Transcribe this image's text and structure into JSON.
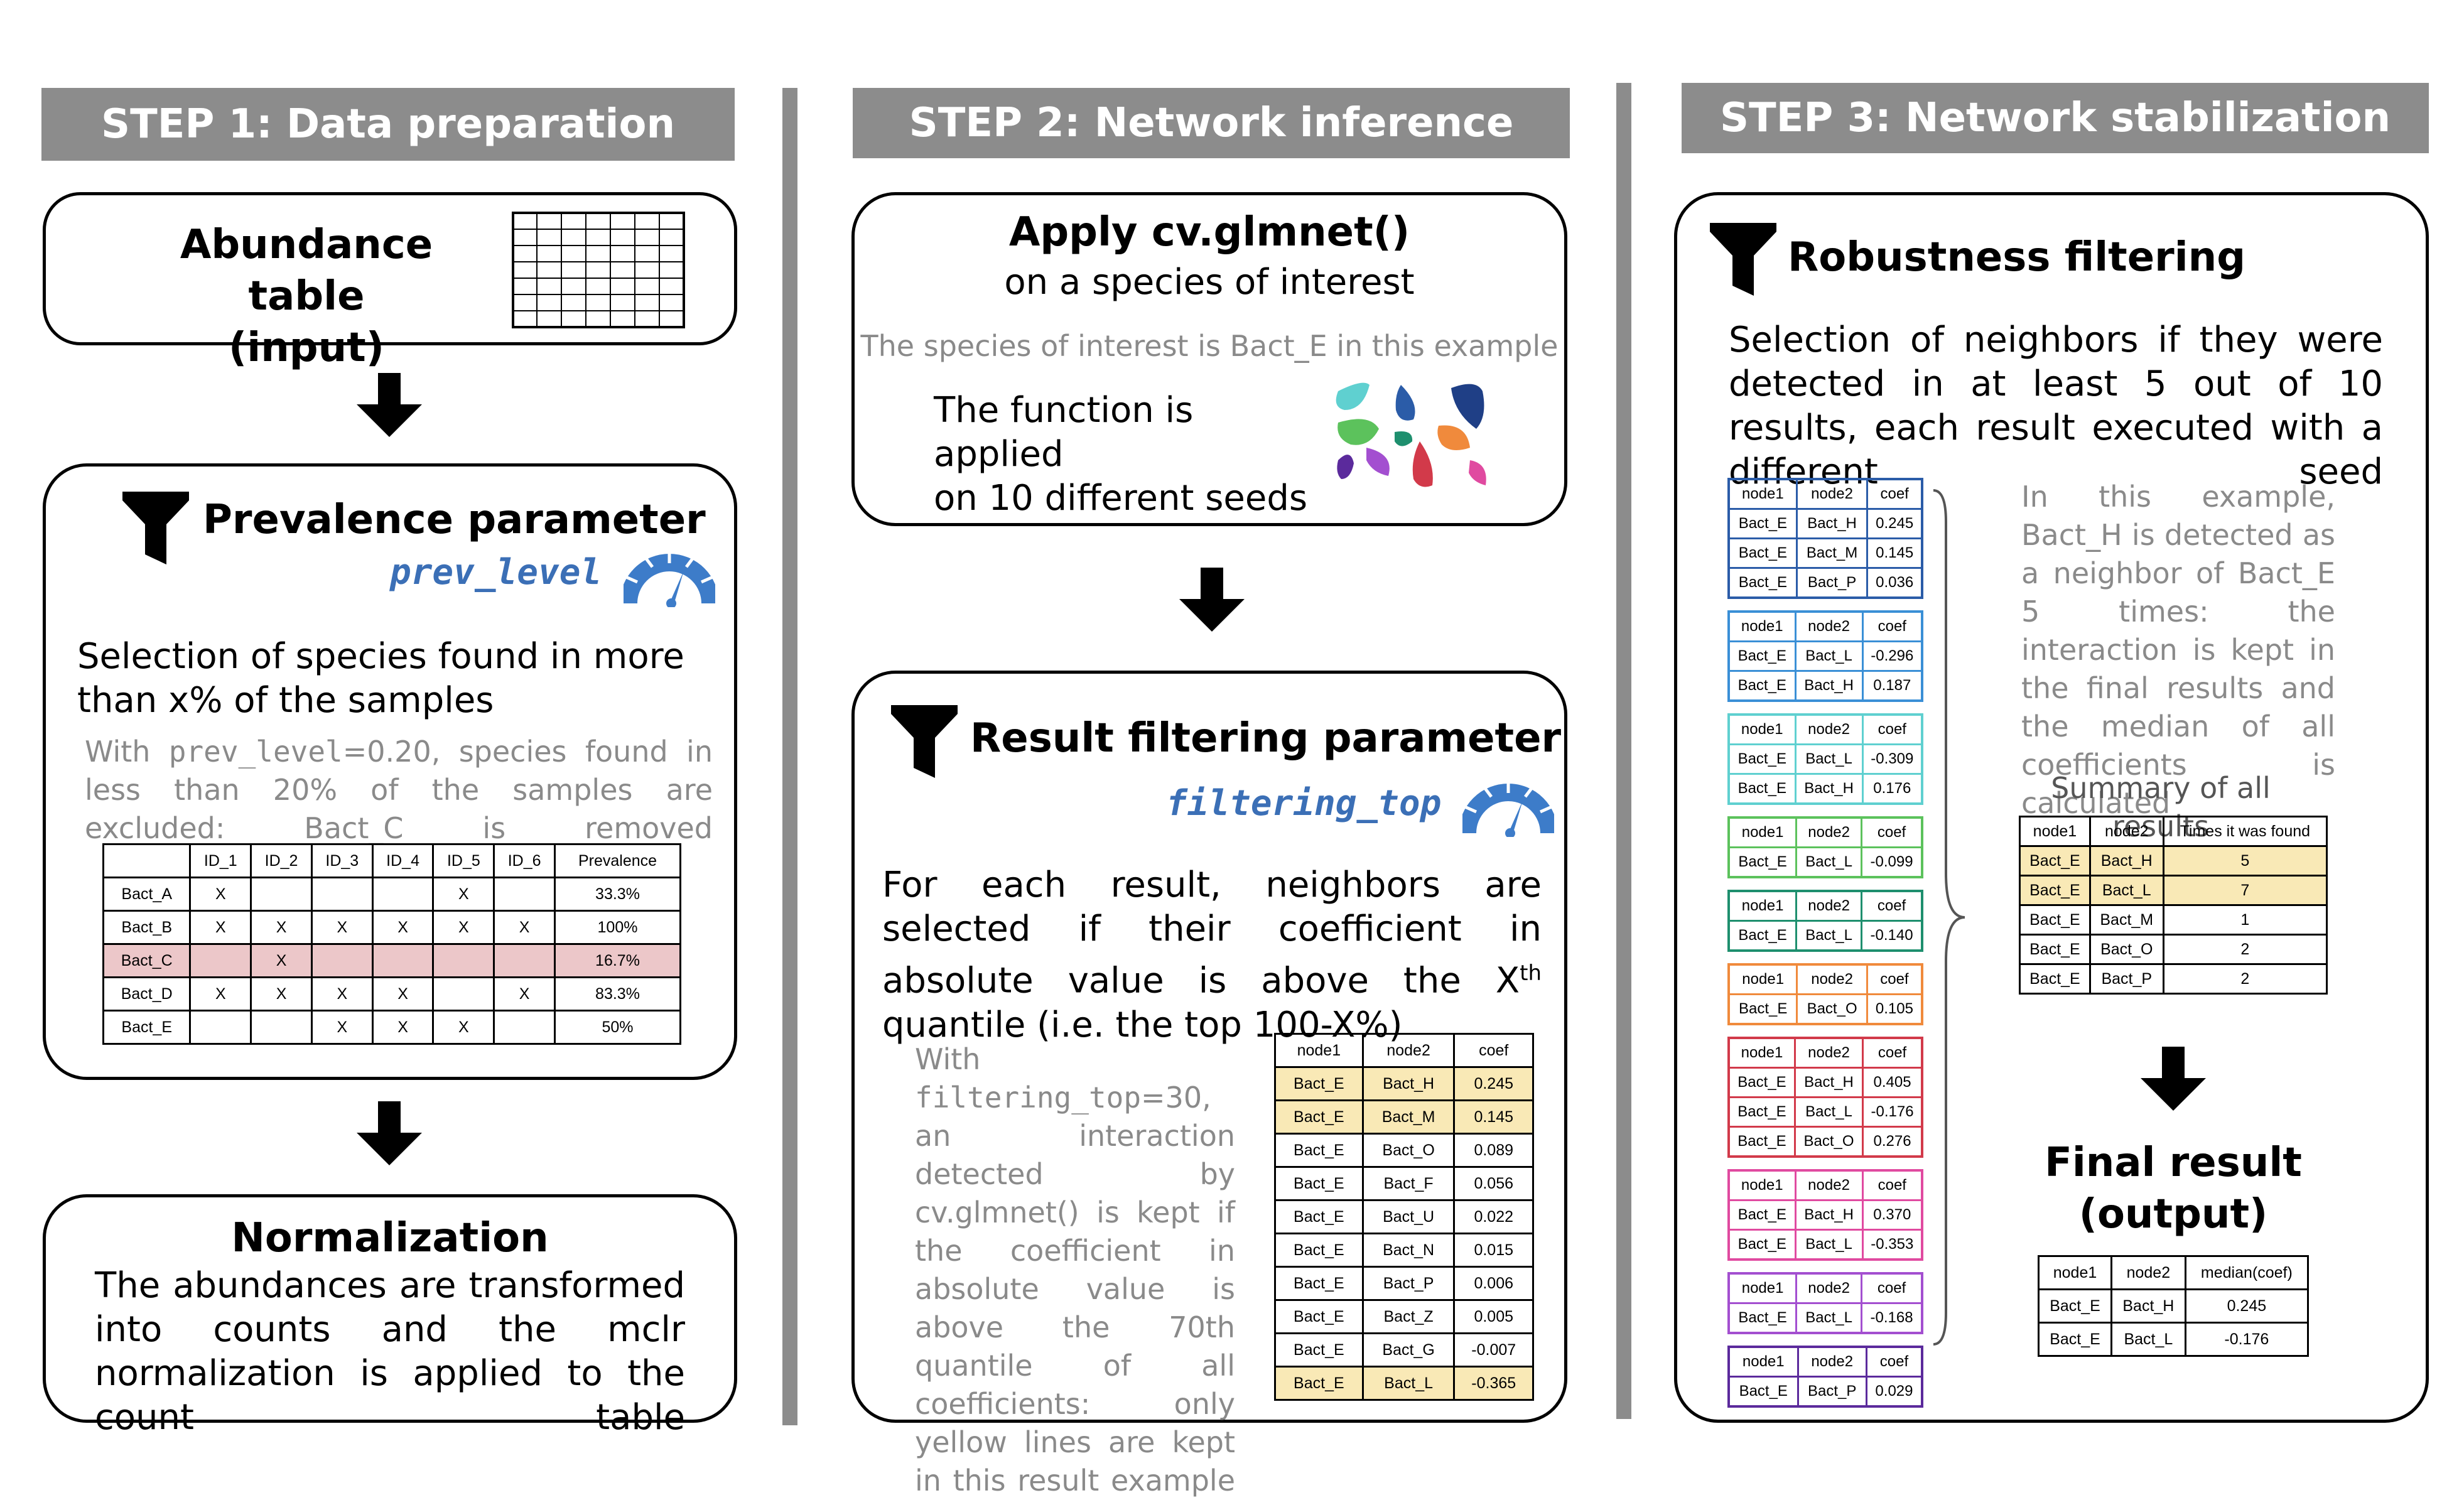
{
  "steps": [
    {
      "label": "STEP 1: Data preparation"
    },
    {
      "label": "STEP 2: Network inference"
    },
    {
      "label": "STEP 3: Network stabilization"
    }
  ],
  "step1": {
    "abundance": {
      "line1": "Abundance table",
      "line2": "(input)"
    },
    "prevalence": {
      "title": "Prevalence parameter",
      "param": "prev_level",
      "desc": "Selection of species found in more than x% of the samples",
      "note_pre": "With ",
      "note_code": "prev_level",
      "note_post": "=0.20, species found in less than 20% of the samples are excluded: Bact_C is removed",
      "table": {
        "header": [
          "",
          "ID_1",
          "ID_2",
          "ID_3",
          "ID_4",
          "ID_5",
          "ID_6",
          "Prevalence"
        ],
        "rows": [
          [
            "Bact_A",
            "X",
            "",
            "",
            "",
            "X",
            "",
            "33.3%"
          ],
          [
            "Bact_B",
            "X",
            "X",
            "X",
            "X",
            "X",
            "X",
            "100%"
          ],
          [
            "Bact_C",
            "",
            "X",
            "",
            "",
            "",
            "",
            "16.7%"
          ],
          [
            "Bact_D",
            "X",
            "X",
            "X",
            "X",
            "",
            "X",
            "83.3%"
          ],
          [
            "Bact_E",
            "",
            "",
            "X",
            "X",
            "X",
            "",
            "50%"
          ]
        ],
        "removed_row": "Bact_C",
        "removed_color": "#ecc7c9"
      }
    },
    "normalization": {
      "title": "Normalization",
      "desc": "The abundances are transformed into counts and the mclr normalization is applied to the count table"
    }
  },
  "step2": {
    "apply": {
      "title": "Apply cv.glmnet()",
      "subtitle": "on a species of interest",
      "note": "The species of interest is Bact_E in this example",
      "desc_line1": "The function is applied",
      "desc_line2": "on 10 different seeds"
    },
    "filtering": {
      "title": "Result filtering parameter",
      "param": "filtering_top",
      "desc_pre": "For each result, neighbors are selected if their coefficient in absolute value is above the X",
      "desc_sup": "th",
      "desc_post": " quantile (i.e. the top 100-X%)",
      "note_pre": "With ",
      "note_code": "filtering_top",
      "note_post": "=30, an interaction detected by cv.glmnet() is kept if the coefficient in absolute value is above the 70th quantile of all coefficients: only yellow lines are kept in this result example",
      "table": {
        "header": [
          "node1",
          "node2",
          "coef"
        ],
        "rows": [
          [
            "Bact_E",
            "Bact_H",
            "0.245"
          ],
          [
            "Bact_E",
            "Bact_M",
            "0.145"
          ],
          [
            "Bact_E",
            "Bact_O",
            "0.089"
          ],
          [
            "Bact_E",
            "Bact_F",
            "0.056"
          ],
          [
            "Bact_E",
            "Bact_U",
            "0.022"
          ],
          [
            "Bact_E",
            "Bact_N",
            "0.015"
          ],
          [
            "Bact_E",
            "Bact_P",
            "0.006"
          ],
          [
            "Bact_E",
            "Bact_Z",
            "0.005"
          ],
          [
            "Bact_E",
            "Bact_G",
            "-0.007"
          ],
          [
            "Bact_E",
            "Bact_L",
            "-0.365"
          ]
        ],
        "highlight_rows": [
          0,
          1,
          9
        ],
        "highlight_color": "#f9e9b6"
      }
    }
  },
  "step3": {
    "robustness": {
      "title": "Robustness filtering",
      "desc": "Selection of neighbors if they were detected in at least 5 out of 10 results, each result executed with a different seed",
      "note": "In this example, Bact_H is detected as a neighbor of Bact_E 5 times: the interaction is kept in the final results and the median of all coefficients is calculated",
      "summary_title": "Summary of all results",
      "summary": {
        "header": [
          "node1",
          "node2",
          "Times it was found"
        ],
        "rows": [
          [
            "Bact_E",
            "Bact_H",
            "5"
          ],
          [
            "Bact_E",
            "Bact_L",
            "7"
          ],
          [
            "Bact_E",
            "Bact_M",
            "1"
          ],
          [
            "Bact_E",
            "Bact_O",
            "2"
          ],
          [
            "Bact_E",
            "Bact_P",
            "2"
          ]
        ],
        "highlight_rows": [
          0,
          1
        ]
      },
      "seed_results": [
        {
          "color": "#2b5ca8",
          "rows": [
            [
              "Bact_E",
              "Bact_H",
              "0.245"
            ],
            [
              "Bact_E",
              "Bact_M",
              "0.145"
            ],
            [
              "Bact_E",
              "Bact_P",
              "0.036"
            ]
          ]
        },
        {
          "color": "#3a8fd6",
          "rows": [
            [
              "Bact_E",
              "Bact_L",
              "-0.296"
            ],
            [
              "Bact_E",
              "Bact_H",
              "0.187"
            ]
          ]
        },
        {
          "color": "#5fd0d0",
          "rows": [
            [
              "Bact_E",
              "Bact_L",
              "-0.309"
            ],
            [
              "Bact_E",
              "Bact_H",
              "0.176"
            ]
          ]
        },
        {
          "color": "#5cc25c",
          "rows": [
            [
              "Bact_E",
              "Bact_L",
              "-0.099"
            ]
          ]
        },
        {
          "color": "#1e8f6e",
          "rows": [
            [
              "Bact_E",
              "Bact_L",
              "-0.140"
            ]
          ]
        },
        {
          "color": "#f08a3c",
          "rows": [
            [
              "Bact_E",
              "Bact_O",
              "0.105"
            ]
          ]
        },
        {
          "color": "#d23a4a",
          "rows": [
            [
              "Bact_E",
              "Bact_H",
              "0.405"
            ],
            [
              "Bact_E",
              "Bact_L",
              "-0.176"
            ],
            [
              "Bact_E",
              "Bact_O",
              "0.276"
            ]
          ]
        },
        {
          "color": "#e04aa0",
          "rows": [
            [
              "Bact_E",
              "Bact_H",
              "0.370"
            ],
            [
              "Bact_E",
              "Bact_L",
              "-0.353"
            ]
          ]
        },
        {
          "color": "#a34fd0",
          "rows": [
            [
              "Bact_E",
              "Bact_L",
              "-0.168"
            ]
          ]
        },
        {
          "color": "#5b2a9c",
          "rows": [
            [
              "Bact_E",
              "Bact_P",
              "0.029"
            ]
          ]
        }
      ],
      "seed_header": [
        "node1",
        "node2",
        "coef"
      ]
    },
    "final": {
      "title_line1": "Final result",
      "title_line2": "(output)",
      "table": {
        "header": [
          "node1",
          "node2",
          "median(coef)"
        ],
        "rows": [
          [
            "Bact_E",
            "Bact_H",
            "0.245"
          ],
          [
            "Bact_E",
            "Bact_L",
            "-0.176"
          ]
        ]
      }
    }
  },
  "colors": {
    "header_bg": "#8c8c8c",
    "param_blue": "#3b6fb6",
    "gauge_blue": "#3d7cc9",
    "yellow_row": "#f9e9b6",
    "red_row": "#ecc7c9"
  },
  "icons": [
    "funnel-icon",
    "gauge-icon",
    "grid-table-icon",
    "down-arrow-icon",
    "seed-drops-icon",
    "brace-icon"
  ]
}
